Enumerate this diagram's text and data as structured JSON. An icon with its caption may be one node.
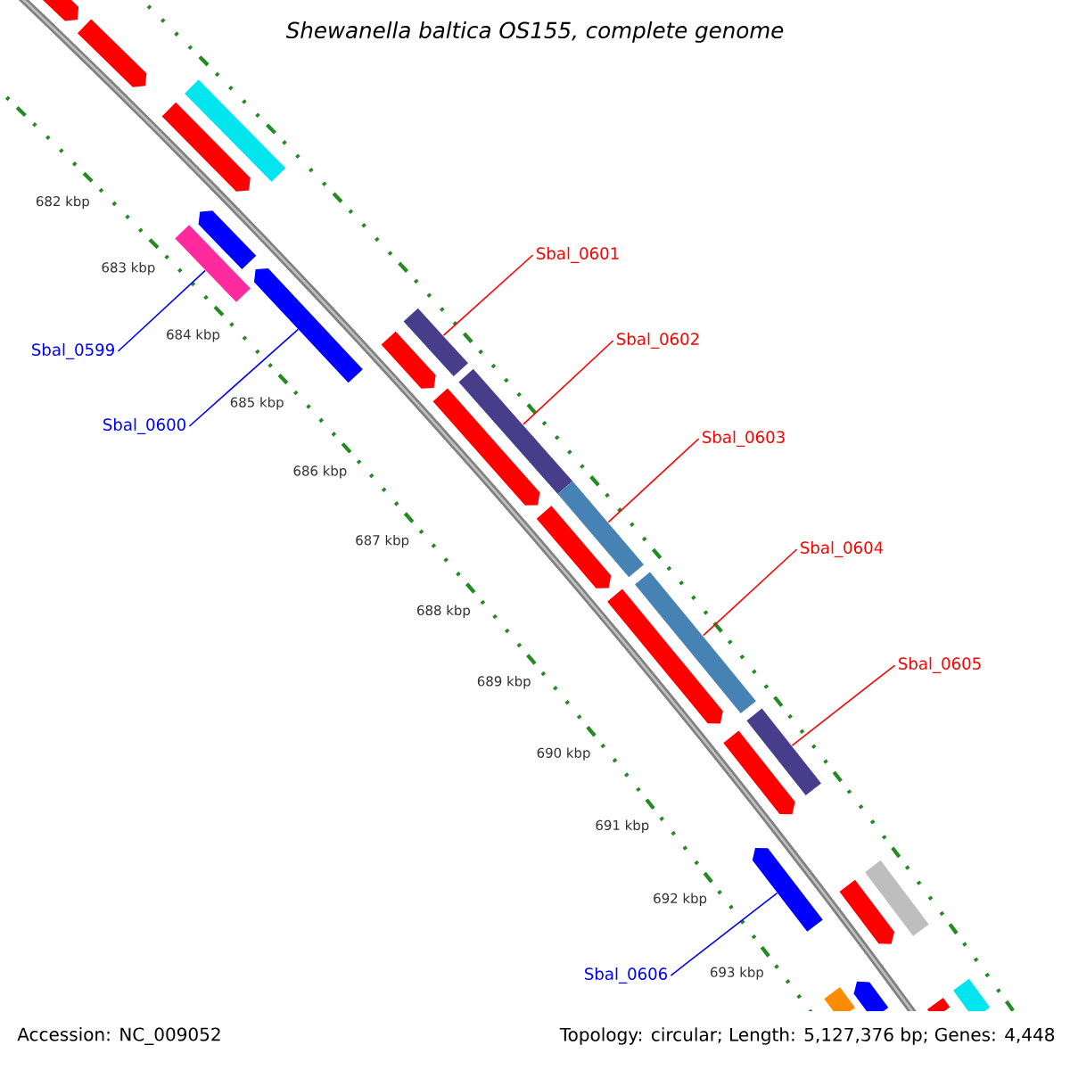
{
  "diagram": {
    "title": "Shewanella baltica OS155, complete genome",
    "nodes": [
      {
        "text": [],
        "shape": "arrow"
      },
      {
        "text": [],
        "shape": "arrow"
      },
      {
        "text": [],
        "shape": "bar"
      },
      {
        "text": [],
        "shape": "arrow"
      },
      {
        "text": [],
        "shape": "bar"
      },
      {
        "text": [],
        "shape": "arrow"
      },
      {
        "text": [],
        "shape": "arrow"
      },
      {
        "text": [],
        "shape": "bar"
      },
      {
        "text": [],
        "shape": "arrow"
      },
      {
        "text": [],
        "shape": "bar"
      },
      {
        "text": [],
        "shape": "arrow"
      },
      {
        "text": [],
        "shape": "bar"
      },
      {
        "text": [],
        "shape": "arrow"
      },
      {
        "text": [],
        "shape": "bar"
      },
      {
        "text": [],
        "shape": "arrow"
      },
      {
        "text": [],
        "shape": "bar"
      },
      {
        "text": [],
        "shape": "arrow"
      },
      {
        "text": [],
        "shape": "arrow"
      },
      {
        "text": [],
        "shape": "bar"
      },
      {
        "text": [],
        "shape": "arrow"
      },
      {
        "text": [],
        "shape": "bar"
      },
      {
        "text": [],
        "shape": "arrow"
      },
      {
        "text": [],
        "shape": "arrow"
      },
      {
        "text": [],
        "shape": "bar"
      },
      {
        "text": [
          "Sbal_0599"
        ]
      },
      {
        "text": [
          "Sbal_0600"
        ]
      },
      {
        "text": [
          "Sbal_0601"
        ]
      },
      {
        "text": [
          "Sbal_0602"
        ]
      },
      {
        "text": [
          "Sbal_0603"
        ]
      },
      {
        "text": [
          "Sbal_0604"
        ]
      },
      {
        "text": [
          "Sbal_0605"
        ]
      },
      {
        "text": [
          "Sbal_0606"
        ]
      }
    ],
    "edges": [
      {
        "from": 24,
        "to": 4,
        "arrow": "none",
        "color": "#0000ff"
      },
      {
        "from": 25,
        "to": 6,
        "arrow": "none",
        "color": "#0000ff"
      },
      {
        "from": 26,
        "to": 7,
        "arrow": "none"
      },
      {
        "from": 27,
        "to": 9,
        "arrow": "none"
      },
      {
        "from": 28,
        "to": 11,
        "arrow": "none"
      },
      {
        "from": 29,
        "to": 13,
        "arrow": "none"
      },
      {
        "from": 30,
        "to": 15,
        "arrow": "none"
      },
      {
        "from": 31,
        "to": 17,
        "arrow": "none",
        "color": "#0000ff"
      }
    ],
    "labels": [
      "682 kbp",
      "683 kbp",
      "684 kbp",
      "685 kbp",
      "686 kbp",
      "687 kbp",
      "688 kbp",
      "689 kbp",
      "690 kbp",
      "691 kbp",
      "692 kbp",
      "693 kbp",
      "Accession: NC_009052",
      "Topology: circular; Length: 5,127,376 bp; Genes: 4,448"
    ]
  }
}
